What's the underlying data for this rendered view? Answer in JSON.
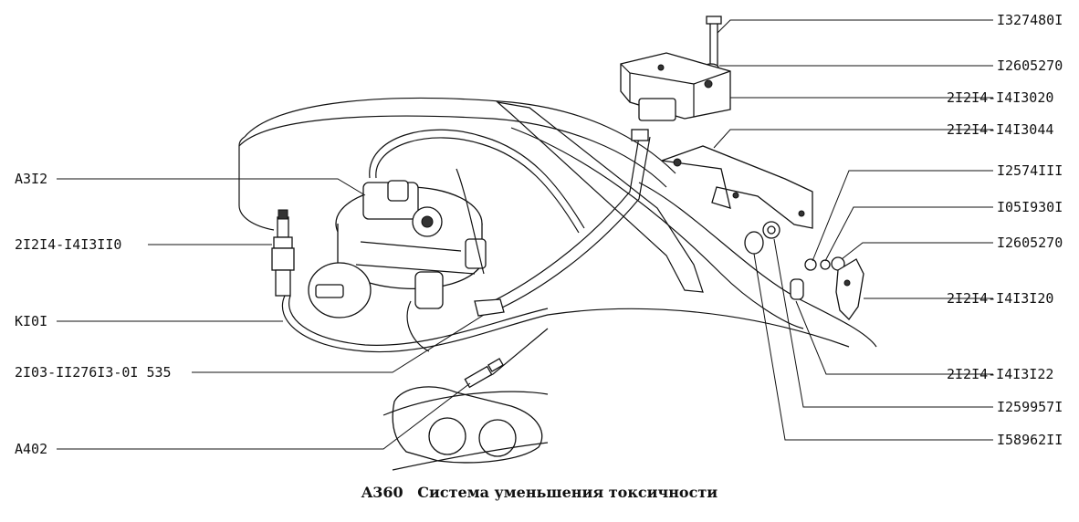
{
  "labels_left": [
    {
      "id": "a312",
      "text": "A3I2"
    },
    {
      "id": "sensor",
      "text": "2I2I4-I4I3II0"
    },
    {
      "id": "k101",
      "text": "KI0I"
    },
    {
      "id": "hose",
      "text": "2I03-II276I3-0I 535"
    },
    {
      "id": "a402",
      "text": "A402"
    }
  ],
  "labels_right": [
    {
      "id": "p1",
      "text": "I327480I"
    },
    {
      "id": "p2",
      "text": "I2605270"
    },
    {
      "id": "p3",
      "text": "2I2I4-I4I3020"
    },
    {
      "id": "p4",
      "text": "2I2I4-I4I3044"
    },
    {
      "id": "p5",
      "text": "I2574III"
    },
    {
      "id": "p6",
      "text": "I05I930I"
    },
    {
      "id": "p7",
      "text": "I2605270"
    },
    {
      "id": "p8",
      "text": "2I2I4-I4I3I20"
    },
    {
      "id": "p9",
      "text": "2I2I4-I4I3I22"
    },
    {
      "id": "p10",
      "text": "I259957I"
    },
    {
      "id": "p11",
      "text": "I58962II"
    }
  ],
  "caption": {
    "code": "A360",
    "title": "Система уменьшения токсичности"
  }
}
